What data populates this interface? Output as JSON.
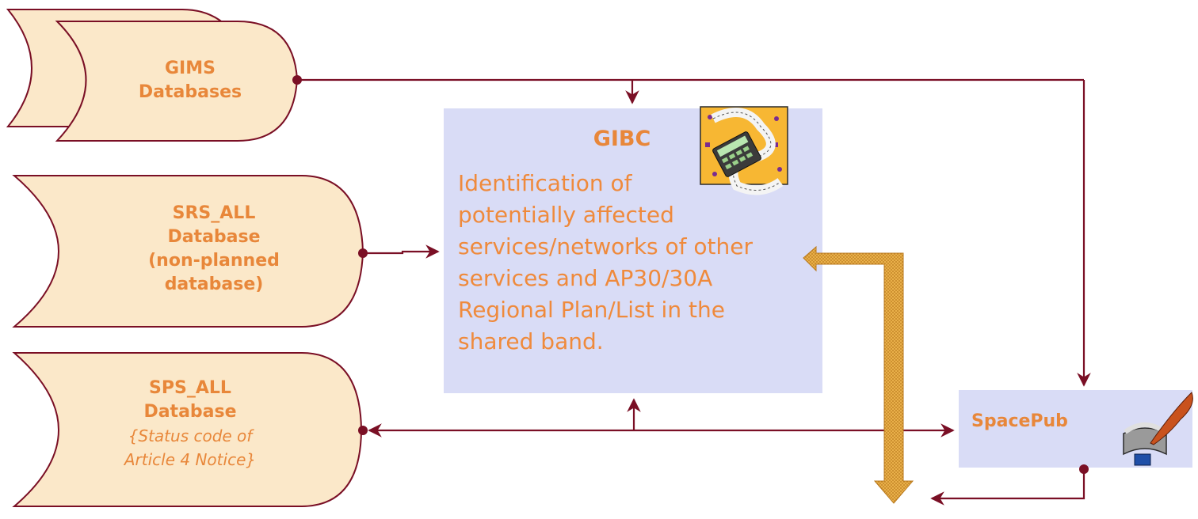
{
  "colors": {
    "db_fill": "#fbe8c9",
    "db_stroke": "#7a0f25",
    "text_orange": "#e8873a",
    "box_fill": "#d9dcf6",
    "connector": "#7a0f25",
    "fat_arrow": "#d49a2c"
  },
  "gims": {
    "line1": "GIMS",
    "line2": "Databases"
  },
  "srs": {
    "line1": "SRS_ALL",
    "line2": "Database",
    "line3": "(non-planned",
    "line4": "database)"
  },
  "sps": {
    "line1": "SPS_ALL",
    "line2": "Database",
    "line3": "{Status code of",
    "line4": "Article 4 Notice}"
  },
  "gibc": {
    "title": "GIBC",
    "desc_lines": [
      "Identification of",
      "potentially affected",
      "services/networks of other",
      "services and AP30/30A",
      "Regional Plan/List in the",
      "shared band."
    ],
    "icon": "calculator-tape-icon"
  },
  "spacepub": {
    "label": "SpacePub",
    "icon": "book-quill-icon"
  }
}
